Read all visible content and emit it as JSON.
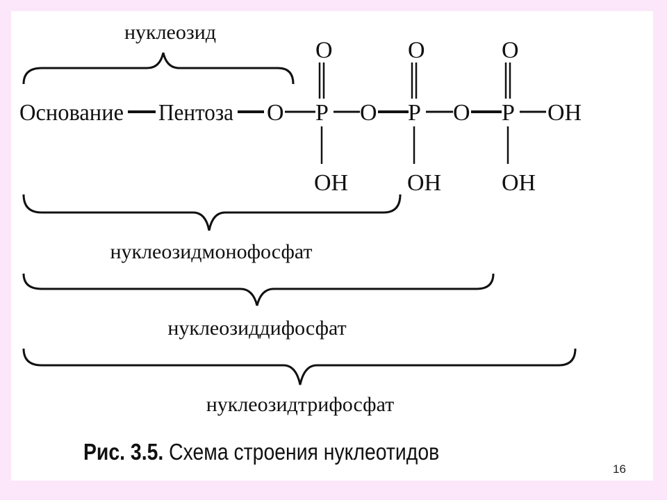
{
  "labels": {
    "nucleoside": "нуклеозид",
    "monophosphate": "нуклеозидмонофосфат",
    "diphosphate": "нуклеозиддифосфат",
    "triphosphate": "нуклеозидтрифосфат"
  },
  "formula": {
    "base": "Основание",
    "pentose": "Пентоза",
    "oxygen": "O",
    "phosphorus": "P",
    "hydroxyl": "OH"
  },
  "caption": {
    "prefix": "Рис. 3.5.",
    "text": "Схема строения нуклеотидов"
  },
  "page_number": "16"
}
